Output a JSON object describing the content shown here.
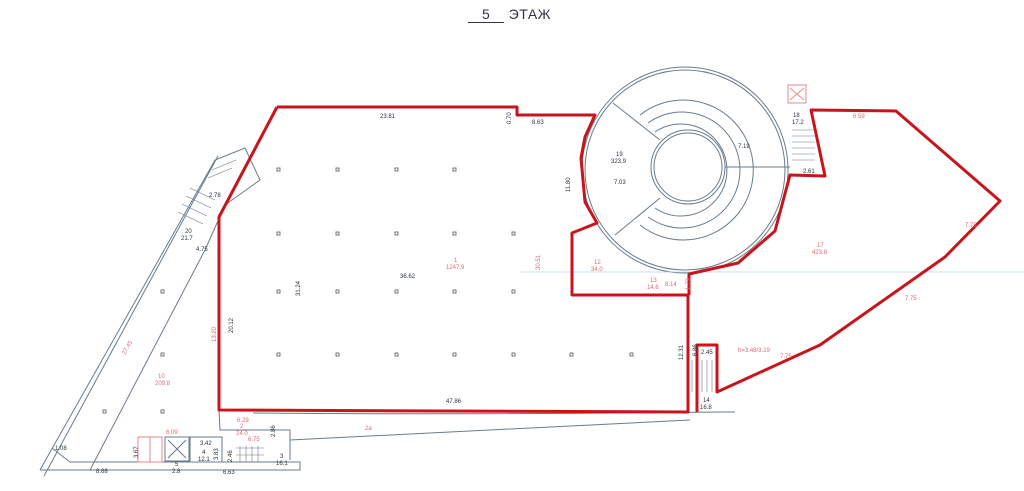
{
  "title": {
    "floor_number": "5",
    "floor_word": "ЭТАЖ"
  },
  "colors": {
    "highlight": "#c8141c",
    "walls": "#6a7b8c",
    "secondary_labels": "#e06a72"
  },
  "dimensions": {
    "top_wall": "23.81",
    "notch": "0.70",
    "top_right": "8.63",
    "mid": "36.62",
    "left_inner": "31.24",
    "left_outer": "20.12",
    "bottom": "47.86",
    "right": "12.31",
    "circle_left": "11.80",
    "circle_r1": "7.03",
    "circle_r2": "7.19",
    "stair_w": "2.61",
    "stair2": "2.45",
    "stair2_h": "6.86",
    "stair_top": "2.78",
    "stair_side": "4.75",
    "bl_width": "8.68",
    "bl_h": "3.67",
    "lift_w": "3.42",
    "lift_h": "3.83",
    "small_a": "2.46",
    "small_b": "6.63",
    "corr_h": "2.86",
    "corr_w": "6.75",
    "r_top": "6.59",
    "r_side": "7.75",
    "r_side2": "7.75",
    "r_side3": "7.75",
    "h_note": "h=3.48/3.19",
    "left_long": "27.45",
    "left_inner_red": "13.20",
    "small_c": "1.08",
    "mid_red": "30.51",
    "room13_w": "8.14",
    "room13_h": "1.73",
    "corr_red": "6.09",
    "corr_red2": "6.29"
  },
  "rooms": [
    {
      "num": "1",
      "area": "1247.9"
    },
    {
      "num": "19",
      "area": "323.9"
    },
    {
      "num": "18",
      "area": "17.2"
    },
    {
      "num": "17",
      "area": "423.8"
    },
    {
      "num": "12",
      "area": "34.0"
    },
    {
      "num": "13",
      "area": "14.6"
    },
    {
      "num": "14",
      "area": "16.8"
    },
    {
      "num": "10",
      "area": "209.8"
    },
    {
      "num": "4",
      "area": "12.1"
    },
    {
      "num": "5",
      "area": "2.8"
    },
    {
      "num": "3",
      "area": "16.1"
    },
    {
      "num": "2",
      "area": "24.0"
    },
    {
      "num": "2а",
      "area": ""
    },
    {
      "num": "20",
      "area": "21.7"
    }
  ]
}
